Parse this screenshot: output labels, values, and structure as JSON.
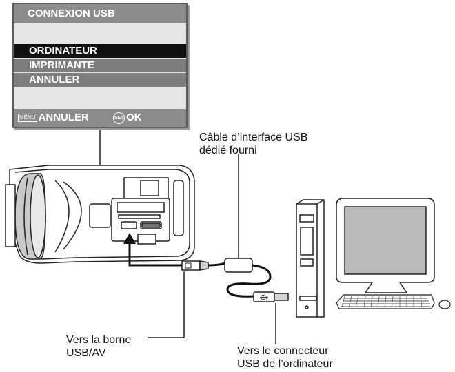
{
  "menu": {
    "title": "CONNEXION USB",
    "options": [
      {
        "label": "ORDINATEUR",
        "selected": true
      },
      {
        "label": "IMPRIMANTE",
        "selected": false
      },
      {
        "label": "ANNULER",
        "selected": false
      }
    ],
    "footer": {
      "menu_key": "MENU",
      "cancel": "ANNULER",
      "set_key": "SET",
      "ok": "OK"
    }
  },
  "labels": {
    "cable_line1": "Câble d’interface USB",
    "cable_line2": "dédié fourni",
    "port_line1": "Vers la borne",
    "port_line2": "USB/AV",
    "connector_line1": "Vers le connecteur",
    "connector_line2": "USB de l’ordinateur"
  },
  "colors": {
    "screen_bg": "#e6e6e6",
    "menu_bar": "#8c8c8c",
    "selected_row": "#111111",
    "line_art": "#222222"
  }
}
